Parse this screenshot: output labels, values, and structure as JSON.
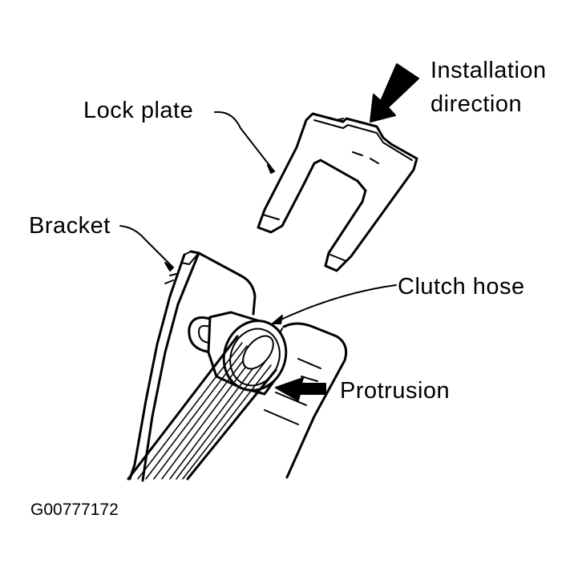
{
  "labels": {
    "installation": "Installation",
    "direction": "direction",
    "lock_plate": "Lock plate",
    "bracket": "Bracket",
    "clutch_hose": "Clutch hose",
    "protrusion": "Protrusion"
  },
  "figure_id": "G00777172",
  "colors": {
    "ink": "#000000",
    "paper": "#ffffff"
  }
}
